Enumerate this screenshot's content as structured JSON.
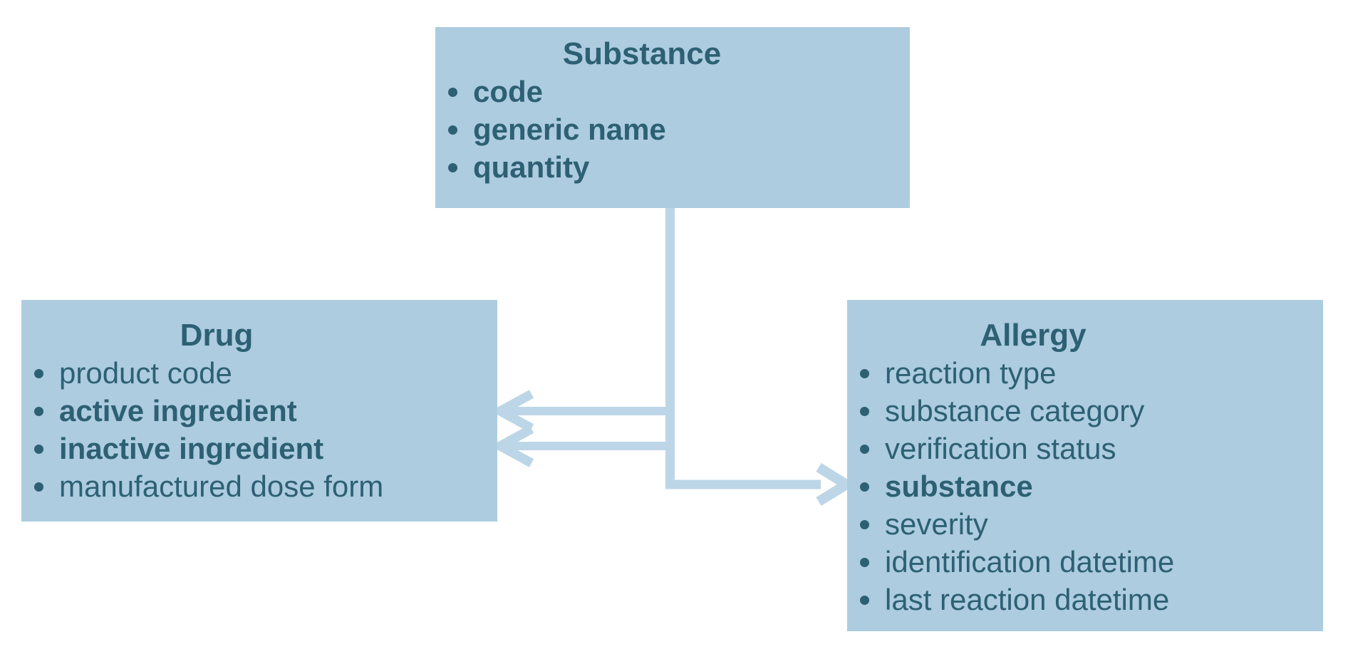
{
  "diagram": {
    "colors": {
      "box_fill": "#adcce0",
      "text_color": "#2d6073",
      "connector_color": "#bcd6e7",
      "background": "#ffffff"
    },
    "boxes": [
      {
        "title": "Substance",
        "items": [
          {
            "text": "code",
            "bold": true
          },
          {
            "text": "generic name",
            "bold": true
          },
          {
            "text": "quantity",
            "bold": true
          }
        ]
      },
      {
        "title": "Drug",
        "items": [
          {
            "text": "product code",
            "bold": false
          },
          {
            "text": "active ingredient",
            "bold": true
          },
          {
            "text": "inactive ingredient",
            "bold": true
          },
          {
            "text": "manufactured dose form",
            "bold": false
          }
        ]
      },
      {
        "title": "Allergy",
        "items": [
          {
            "text": "reaction type",
            "bold": false
          },
          {
            "text": "substance category",
            "bold": false
          },
          {
            "text": "verification status",
            "bold": false
          },
          {
            "text": "substance",
            "bold": true
          },
          {
            "text": "severity",
            "bold": false
          },
          {
            "text": "identification datetime",
            "bold": false
          },
          {
            "text": "last reaction datetime",
            "bold": false
          }
        ]
      }
    ],
    "connections": [
      {
        "from": "Substance",
        "to": "Drug",
        "points_to": "active ingredient"
      },
      {
        "from": "Substance",
        "to": "Drug",
        "points_to": "inactive ingredient"
      },
      {
        "from": "Substance",
        "to": "Allergy",
        "points_to": "substance"
      }
    ]
  }
}
